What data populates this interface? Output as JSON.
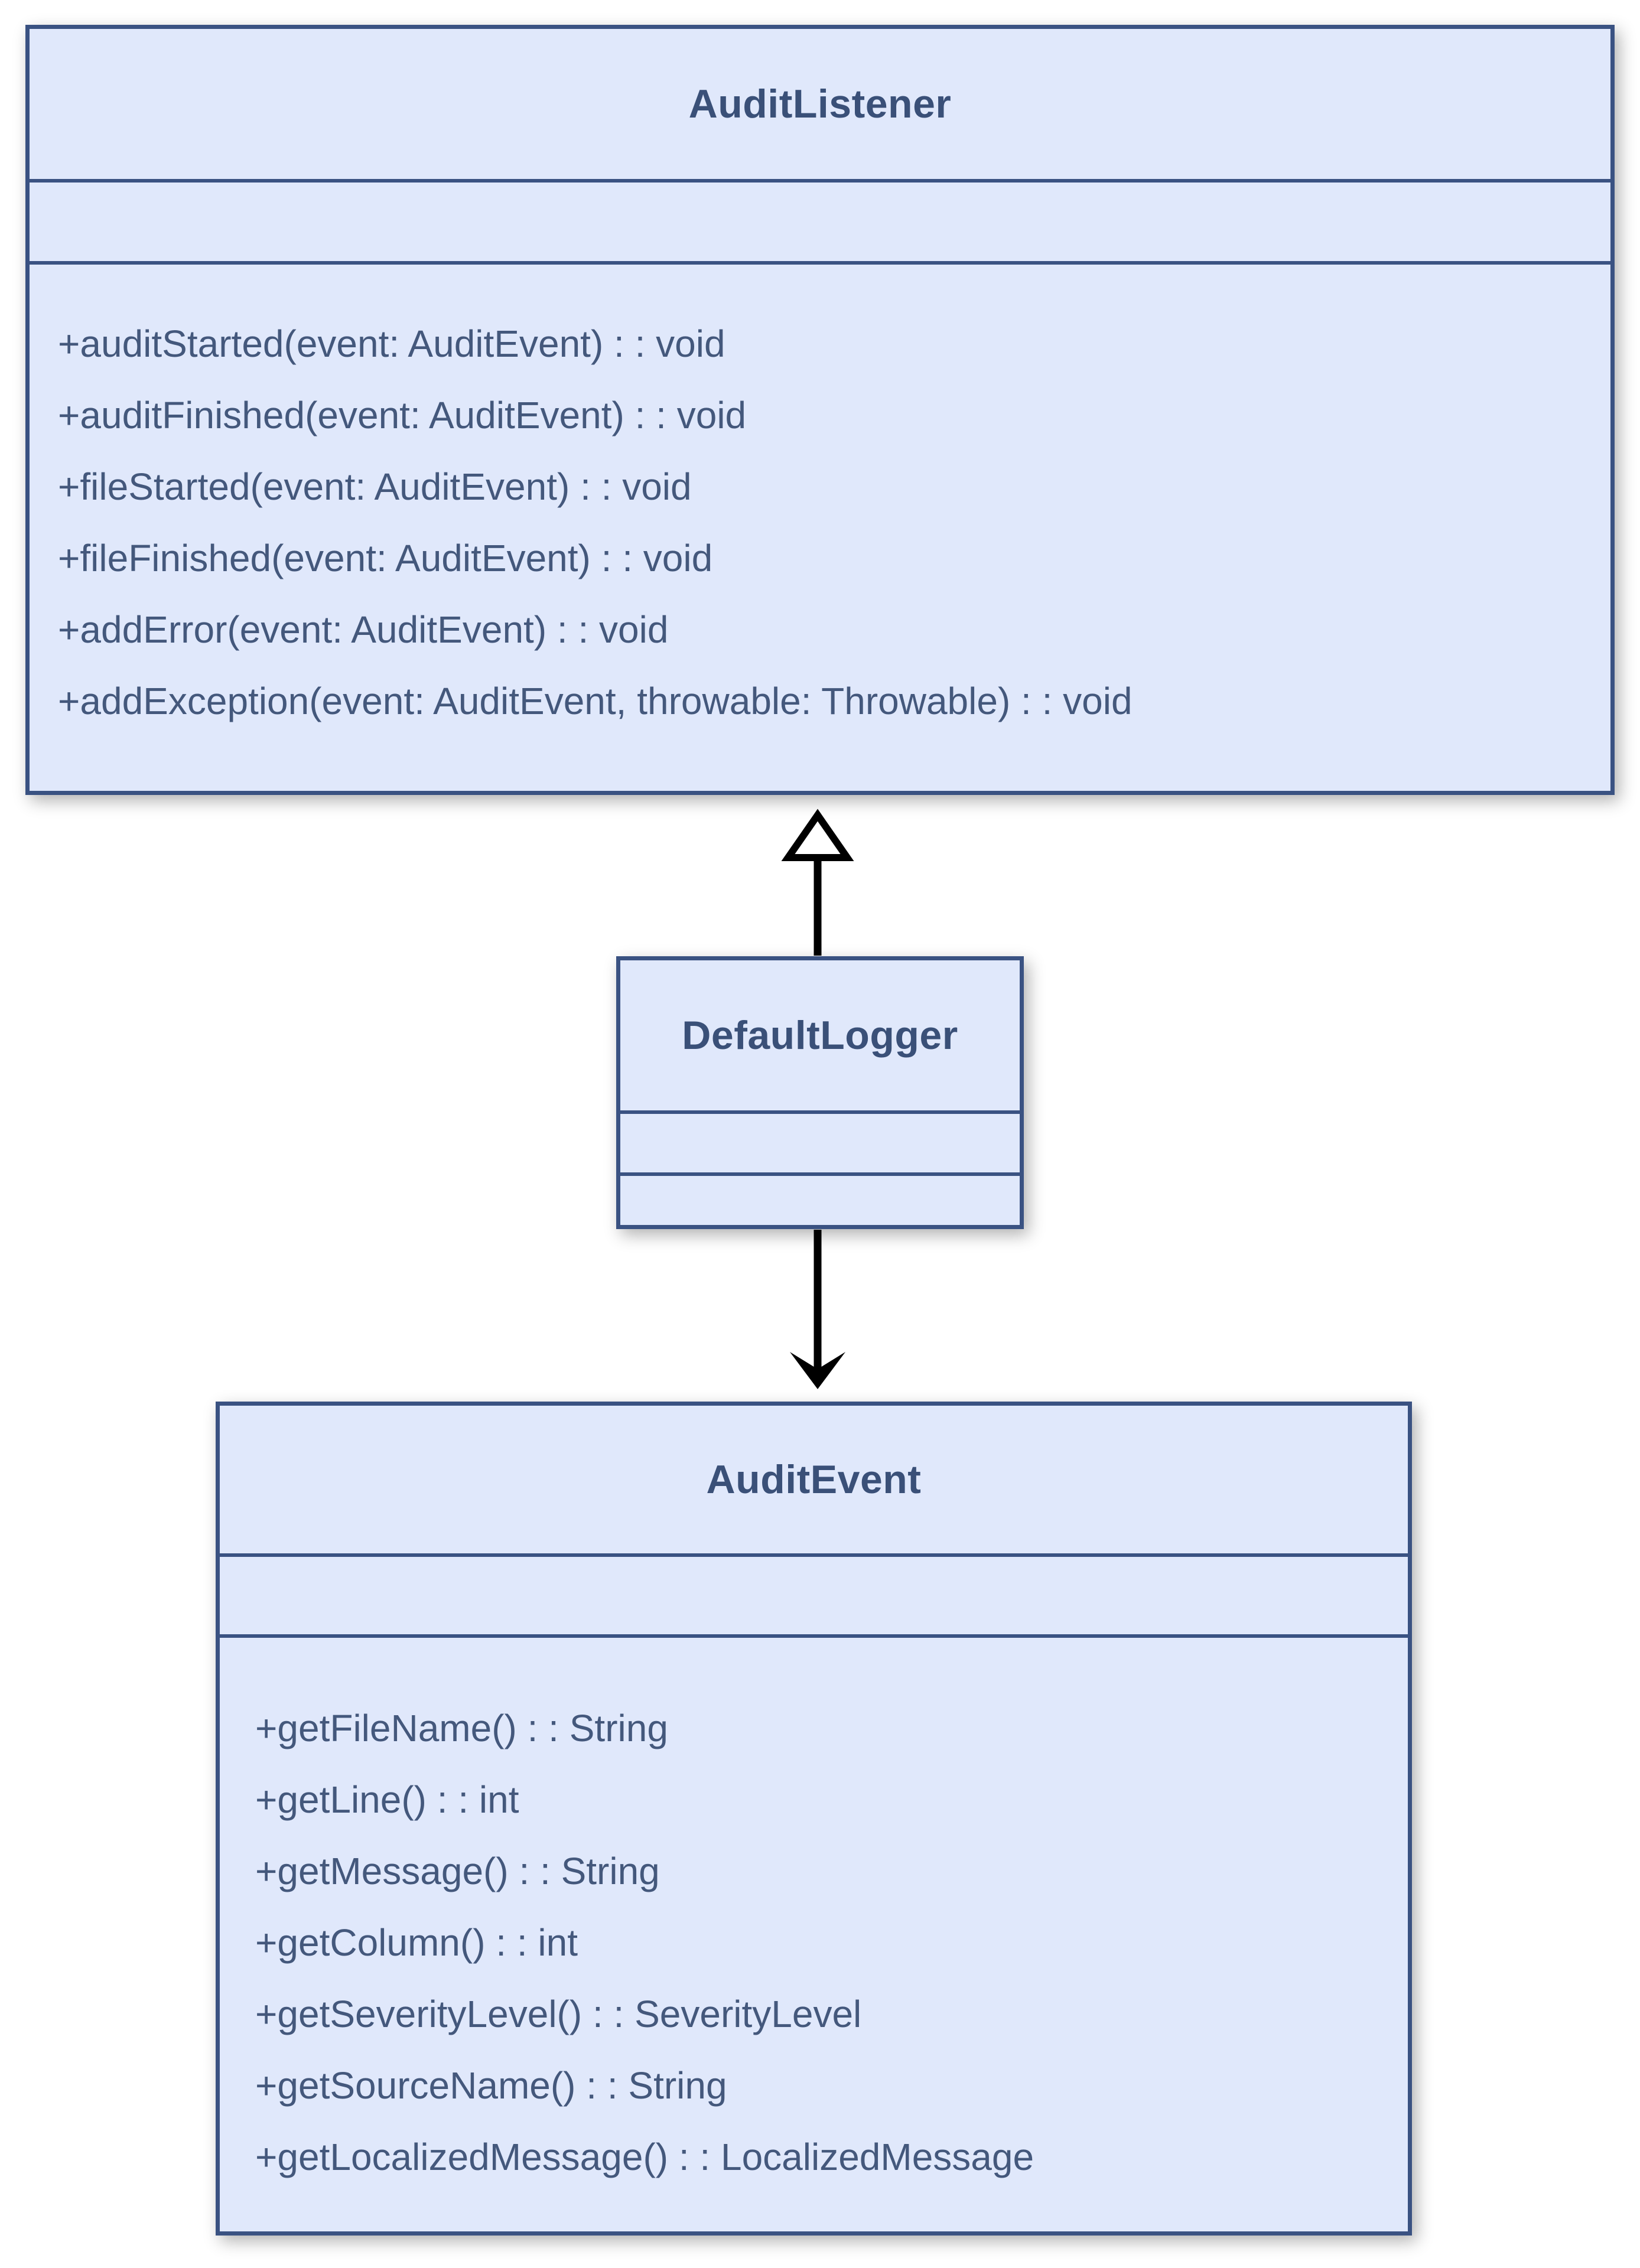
{
  "page": {
    "background": "#ffffff"
  },
  "theme": {
    "box_fill": "#e0e8fb",
    "box_border": "#3a5282",
    "title_color": "#3a5078",
    "text_color": "#44587c",
    "arrow_color": "#000000"
  },
  "classes": [
    {
      "name": "AuditListener",
      "attributes": [],
      "methods": [
        "+auditStarted(event: AuditEvent) : : void",
        "+auditFinished(event: AuditEvent) : : void",
        "+fileStarted(event: AuditEvent) : : void",
        "+fileFinished(event: AuditEvent) : : void",
        "+addError(event: AuditEvent) : : void",
        "+addException(event: AuditEvent, throwable: Throwable) : : void"
      ]
    },
    {
      "name": "DefaultLogger",
      "attributes": [],
      "methods": []
    },
    {
      "name": "AuditEvent",
      "attributes": [],
      "methods": [
        "+getFileName() : : String",
        "+getLine() : : int",
        "+getMessage() : : String",
        "+getColumn() : : int",
        "+getSeverityLevel() : : SeverityLevel",
        "+getSourceName() : : String",
        "+getLocalizedMessage() : : LocalizedMessage"
      ]
    }
  ],
  "relationships": [
    {
      "from": "DefaultLogger",
      "to": "AuditListener",
      "type": "realization",
      "arrowhead": "hollow-triangle-up"
    },
    {
      "from": "DefaultLogger",
      "to": "AuditEvent",
      "type": "directed-association",
      "arrowhead": "open-arrow-down"
    }
  ]
}
